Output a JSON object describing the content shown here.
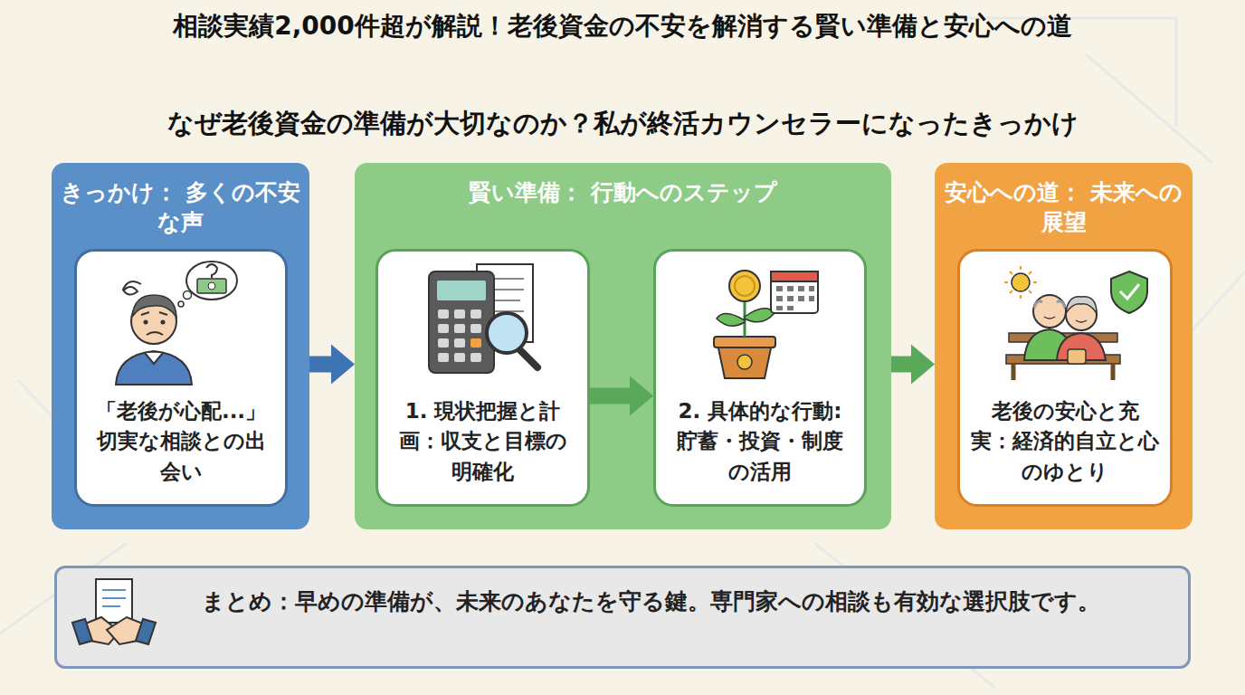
{
  "diagram": {
    "title": "相談実績2,000件超が解説！老後資金の不安を解消する賢い準備と安心への道",
    "nodes": [
      {
        "text": [
          "きっかけ： 多くの不安な声"
        ]
      },
      {
        "text": [
          "「老後が心配...」 切実な相談との出会い"
        ],
        "in": 0
      },
      {
        "text": [
          "賢い準備： 行動へのステップ"
        ]
      },
      {
        "text": [
          "1. 現状把握と計画：収支と目標の明確化"
        ],
        "in": 2
      },
      {
        "text": [
          "2. 具体的な行動: 貯蓄・投資・制度の活用"
        ],
        "in": 2
      },
      {
        "text": [
          "安心への道： 未来への展望"
        ]
      },
      {
        "text": [
          "老後の安心と充実：経済的自立と心のゆとり"
        ],
        "in": 5
      },
      {
        "text": [
          "まとめ：早めの準備が、未来のあなたを守る鍵。専門家への相談も有効な選択肢です。"
        ]
      }
    ],
    "edges": [
      {
        "from": 0,
        "to": 2,
        "arrow": "to"
      },
      {
        "from": 3,
        "to": 4,
        "arrow": "to"
      },
      {
        "from": 2,
        "to": 5,
        "arrow": "to"
      }
    ],
    "labels": [
      "なぜ老後資金の準備が大切なのか？私が終活カウンセラーになったきっかけ"
    ]
  }
}
